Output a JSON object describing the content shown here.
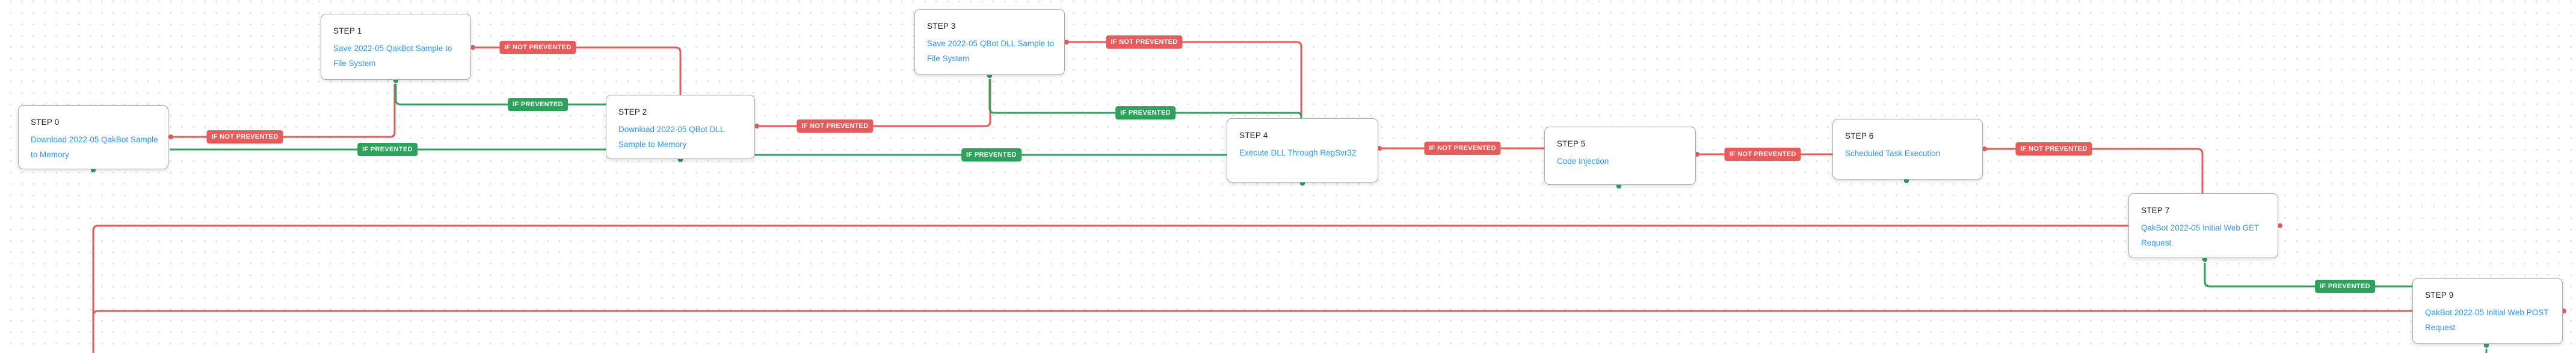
{
  "labels": {
    "if_not_prevented": "IF NOT PREVENTED",
    "if_prevented": "IF PREVENTED"
  },
  "colors": {
    "not_prevented_red": "#e95b5b",
    "prevented_green": "#2ba35b",
    "action_link_blue": "#2b97ec",
    "step_title": "#222222"
  },
  "steps": [
    {
      "title": "STEP 0",
      "action": "Download 2022-05 QakBot Sample to Memory"
    },
    {
      "title": "STEP 1",
      "action": "Save 2022-05 QakBot Sample to File System"
    },
    {
      "title": "STEP 2",
      "action": "Download 2022-05 QBot DLL Sample to Memory"
    },
    {
      "title": "STEP 3",
      "action": "Save 2022-05 QBot DLL Sample to File System"
    },
    {
      "title": "STEP 4",
      "action": "Execute DLL Through RegSvr32"
    },
    {
      "title": "STEP 5",
      "action": "Code Injection"
    },
    {
      "title": "STEP 6",
      "action": "Scheduled Task Execution"
    },
    {
      "title": "STEP 7",
      "action": "QakBot 2022-05 Initial Web GET Request"
    },
    {
      "title": "STEP 9",
      "action": "QakBot 2022-05 Initial Web POST Request"
    }
  ],
  "edges": [
    {
      "from": "STEP 0",
      "to": "STEP 1",
      "label": "IF NOT PREVENTED",
      "color": "red"
    },
    {
      "from": "STEP 0",
      "to": "STEP 2",
      "label": "IF PREVENTED",
      "color": "green"
    },
    {
      "from": "STEP 1",
      "to": "STEP 2",
      "label": "IF NOT PREVENTED",
      "color": "red"
    },
    {
      "from": "STEP 1",
      "to": "STEP 2",
      "label": "IF PREVENTED",
      "color": "green"
    },
    {
      "from": "STEP 2",
      "to": "STEP 3",
      "label": "IF NOT PREVENTED",
      "color": "red"
    },
    {
      "from": "STEP 2",
      "to": "STEP 4",
      "label": "IF PREVENTED",
      "color": "green"
    },
    {
      "from": "STEP 3",
      "to": "STEP 4",
      "label": "IF NOT PREVENTED",
      "color": "red"
    },
    {
      "from": "STEP 3",
      "to": "STEP 4",
      "label": "IF PREVENTED",
      "color": "green"
    },
    {
      "from": "STEP 4",
      "to": "STEP 5",
      "label": "IF NOT PREVENTED",
      "color": "red"
    },
    {
      "from": "STEP 5",
      "to": "STEP 6",
      "label": "IF NOT PREVENTED",
      "color": "red"
    },
    {
      "from": "STEP 6",
      "to": "STEP 7",
      "label": "IF NOT PREVENTED",
      "color": "red"
    },
    {
      "from": "STEP 7",
      "to": "STEP 9",
      "label": "IF PREVENTED",
      "color": "green"
    },
    {
      "from": "STEP 7",
      "to": "offscreen-bottom-left",
      "label": "",
      "color": "red"
    },
    {
      "from": "STEP 9",
      "to": "offscreen-bottom-left",
      "label": "",
      "color": "red"
    },
    {
      "from": "STEP 9",
      "to": "offscreen-bottom",
      "label": "",
      "color": "green"
    }
  ]
}
